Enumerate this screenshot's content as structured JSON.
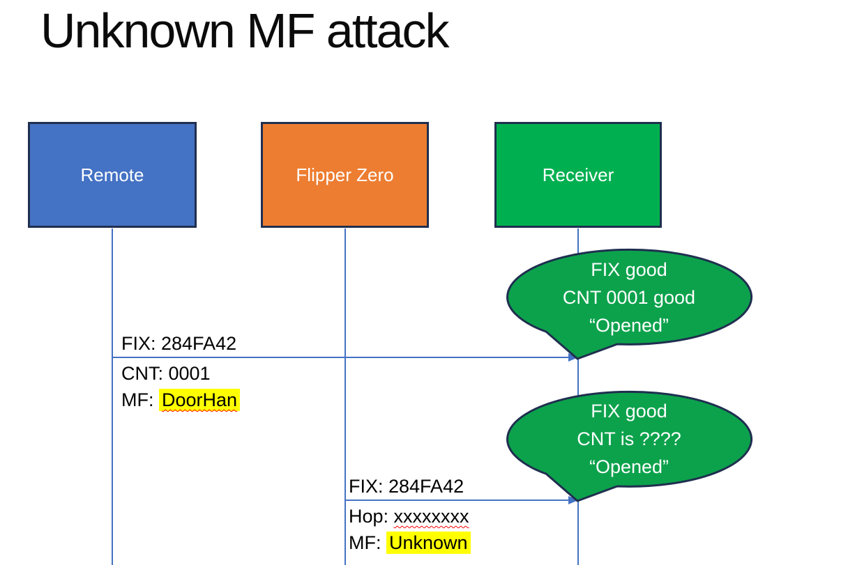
{
  "title": "Unknown MF attack",
  "actors": {
    "remote": "Remote",
    "flipper": "Flipper Zero",
    "receiver": "Receiver"
  },
  "message1": {
    "above": "FIX: 284FA42",
    "line1_prefix": "CNT: ",
    "line1_value": "0001",
    "line2_prefix": "MF: ",
    "line2_value": "DoorHan"
  },
  "message2": {
    "above": "FIX: 284FA42",
    "line1_prefix": "Hop: ",
    "line1_value": "xxxxxxxx",
    "line2_prefix": "MF: ",
    "line2_value": "Unknown"
  },
  "bubble1": {
    "line1": "FIX good",
    "line2": "CNT 0001 good",
    "line3": "“Opened”"
  },
  "bubble2": {
    "line1": "FIX good",
    "line2": "CNT is ????",
    "line3": "“Opened”"
  },
  "colors": {
    "actor_remote_fill": "#4472C4",
    "actor_flipper_fill": "#ED7D31",
    "actor_receiver_fill": "#00B050",
    "bubble_fill": "#0CA24C",
    "shape_border": "#1F2F4F",
    "connector_blue": "#4472C4",
    "highlight_yellow": "#FFFF00",
    "spellcheck_red": "#FF0000"
  }
}
